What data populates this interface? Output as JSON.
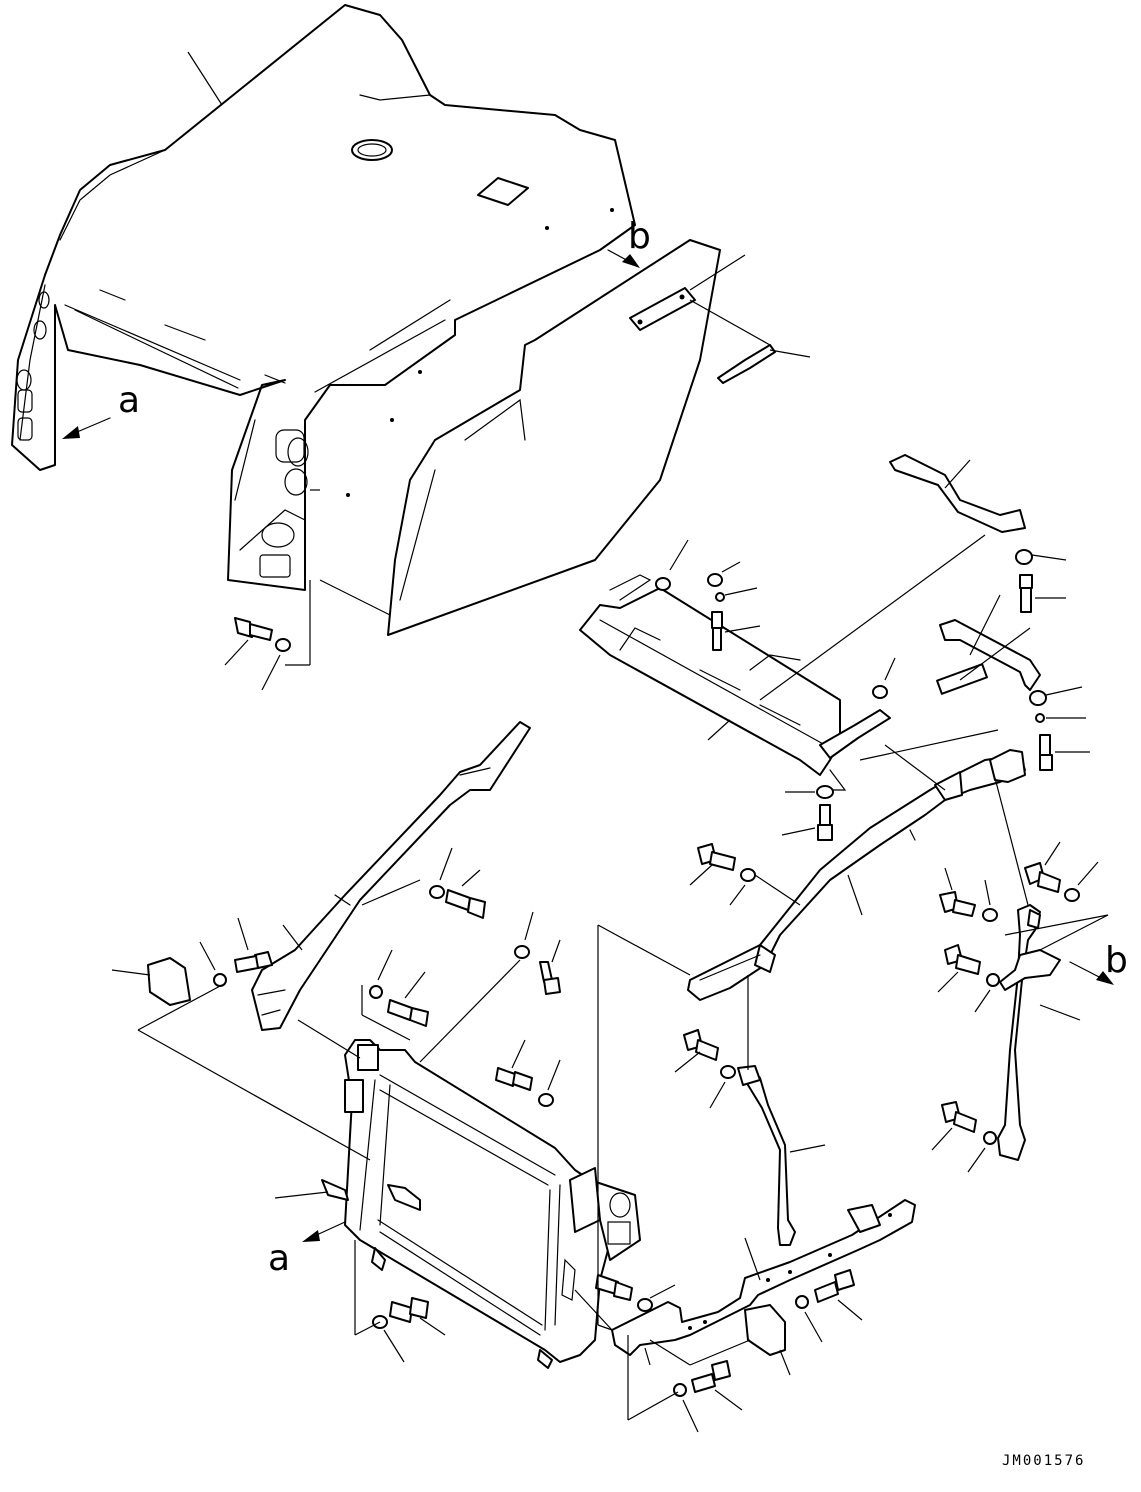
{
  "view_callouts": {
    "a_top": "a",
    "b_top": "b",
    "a_bottom": "a",
    "b_right": "b"
  },
  "figure_id": "JM001576",
  "colors": {
    "line": "#000000",
    "background": "#ffffff"
  }
}
